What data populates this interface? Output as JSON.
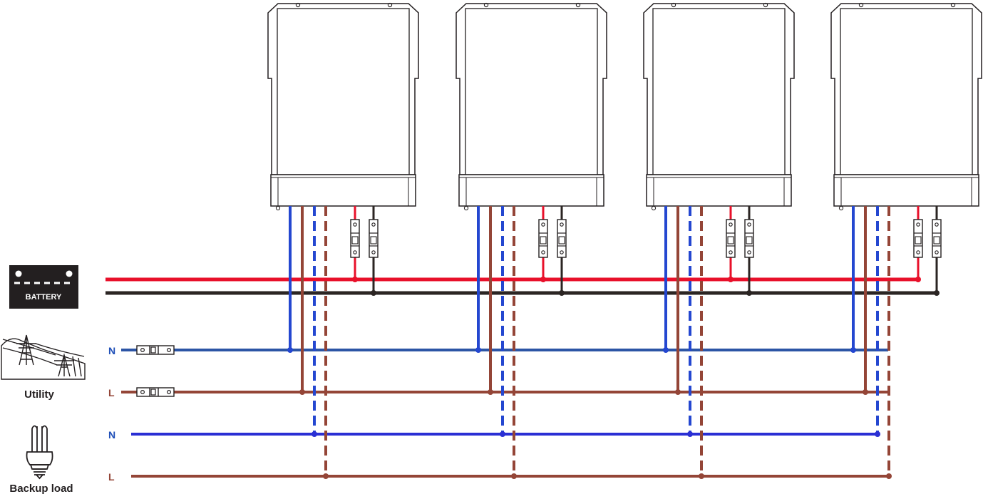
{
  "battery": {
    "label": "BATTERY"
  },
  "utility": {
    "label": "Utility",
    "n_label": "N",
    "l_label": "L"
  },
  "backup_load": {
    "label": "Backup load",
    "n_label": "N",
    "l_label": "L"
  },
  "inverters": [
    {
      "id": "inverter-1"
    },
    {
      "id": "inverter-2"
    },
    {
      "id": "inverter-3"
    },
    {
      "id": "inverter-4"
    }
  ],
  "colors": {
    "battery_positive": "#e8102a",
    "battery_negative": "#2b2523",
    "neutral_in": "#2c55a5",
    "neutral_out": "#2a2fd4",
    "neutral_drop": "#2447d0",
    "line": "#944537",
    "outline": "#231f20"
  }
}
